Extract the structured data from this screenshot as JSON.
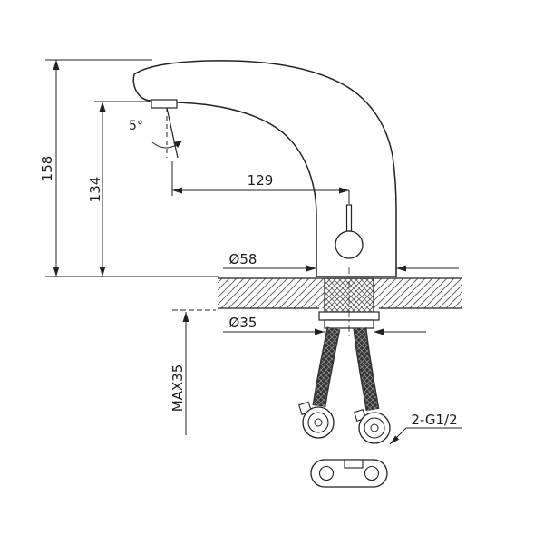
{
  "drawing": {
    "type": "faucet installation dimension drawing",
    "dimensions": {
      "total_height": "158",
      "spout_outlet_height": "134",
      "spout_reach": "129",
      "spout_angle": "5°",
      "base_diameter": "Ø58",
      "mounting_hole_diameter": "Ø35",
      "max_mounting_thickness": "MAX35",
      "hose_thread": "2-G1/2"
    },
    "colors": {
      "line": "#222222",
      "hatch": "#666666",
      "background": "#ffffff"
    }
  }
}
